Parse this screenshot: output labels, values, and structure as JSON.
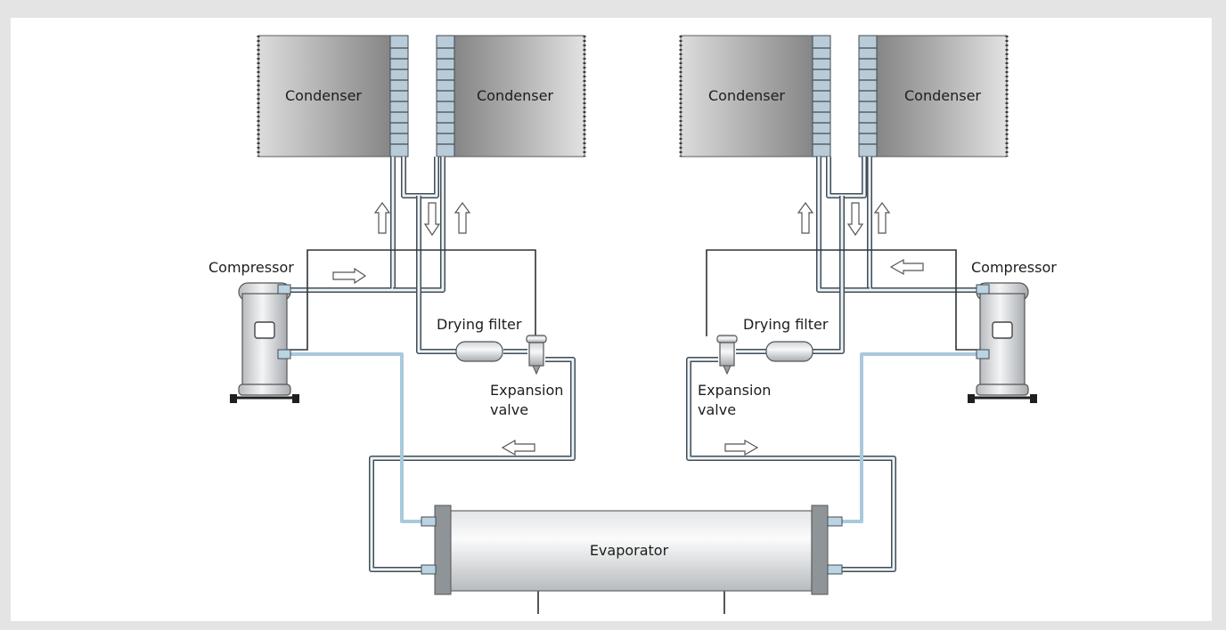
{
  "labels": {
    "condenser_1": "Condenser",
    "condenser_2": "Condenser",
    "condenser_3": "Condenser",
    "condenser_4": "Condenser",
    "compressor_left": "Compressor",
    "compressor_right": "Compressor",
    "drying_filter_left": "Drying filter",
    "drying_filter_right": "Drying filter",
    "expansion_valve_left_line1": "Expansion",
    "expansion_valve_left_line2": "valve",
    "expansion_valve_right_line1": "Expansion",
    "expansion_valve_right_line2": "valve",
    "evaporator": "Evaporator"
  },
  "colors": {
    "background": "#e4e4e4",
    "panel": "#ffffff",
    "pipe": "#404b55",
    "suction_pipe": "#a9c9dc",
    "text": "#1d1d1d"
  }
}
